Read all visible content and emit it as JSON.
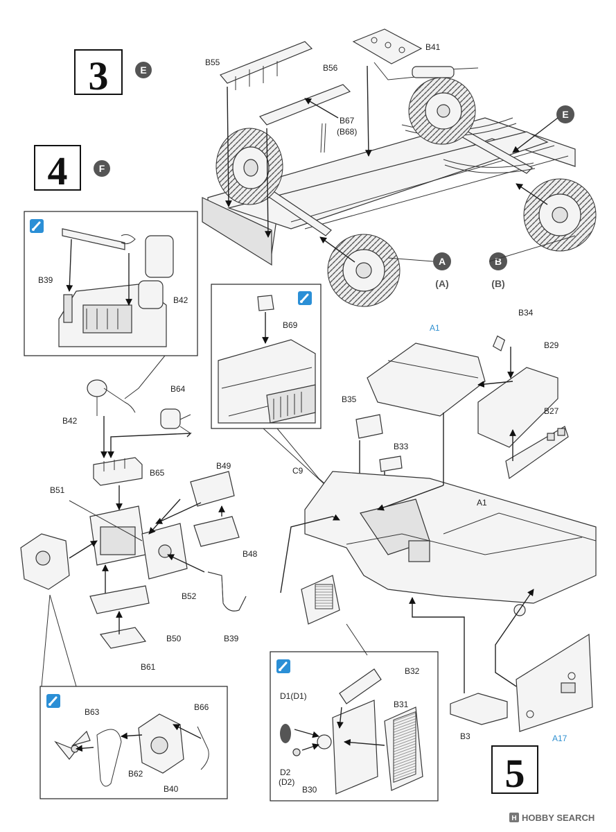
{
  "steps": {
    "s3": "3",
    "s4": "4",
    "s5": "5"
  },
  "badges": {
    "E_top": "E",
    "E_chassis": "E",
    "F": "F",
    "A": "A",
    "A_paren": "(A)",
    "B": "B",
    "B_paren": "(B)"
  },
  "labels": {
    "B55": "B55",
    "B56": "B56",
    "B41": "B41",
    "B67": "B67",
    "B68": "(B68)",
    "B39_inset": "B39",
    "B42_inset": "B42",
    "B69": "B69",
    "A1_top": "A1",
    "B34": "B34",
    "B29": "B29",
    "B35": "B35",
    "B27": "B27",
    "B33": "B33",
    "C9": "C9",
    "A1_body": "A1",
    "B42": "B42",
    "B64": "B64",
    "B65": "B65",
    "B49": "B49",
    "B51": "B51",
    "B48": "B48",
    "B52": "B52",
    "B50": "B50",
    "B39": "B39",
    "B61": "B61",
    "B63": "B63",
    "B66": "B66",
    "B62": "B62",
    "B40": "B40",
    "B32": "B32",
    "D1": "D1(D1)",
    "B31": "B31",
    "D2": "D2",
    "D2p": "(D2)",
    "B30": "B30",
    "B3": "B3",
    "A17": "A17"
  },
  "colors": {
    "badge": "#555555",
    "blue_label": "#2e8fd0",
    "tip_icon": "#2b8fd6"
  },
  "watermark": "HOBBY SEARCH",
  "icons": [
    "paint-brush-icon",
    "hobbysearch-logo-icon"
  ]
}
